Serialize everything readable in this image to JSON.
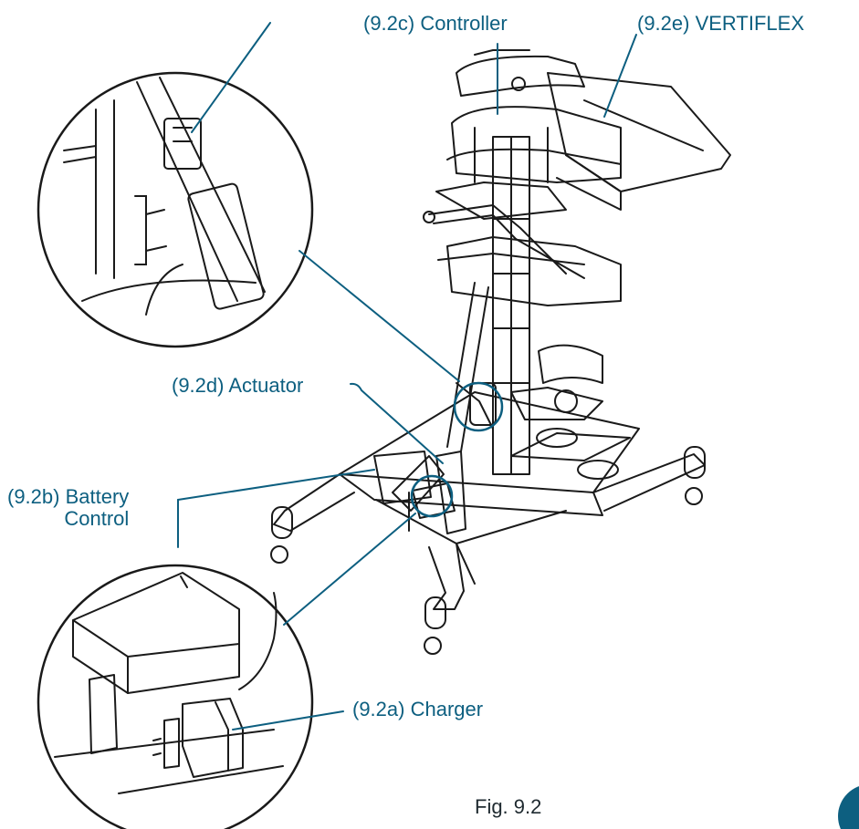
{
  "callouts": {
    "charger": "(9.2a) Charger",
    "battery_control_line1": "(9.2b) Battery",
    "battery_control_line2": "Control",
    "controller": "(9.2c) Controller",
    "actuator": "(9.2d) Actuator",
    "vertiflex": "(9.2e) VERTIFLEX"
  },
  "figure_caption": "Fig. 9.2",
  "colors": {
    "callout": "#0d5f80",
    "line_art": "#1a1a1a",
    "page_tab": "#0d5f80"
  }
}
